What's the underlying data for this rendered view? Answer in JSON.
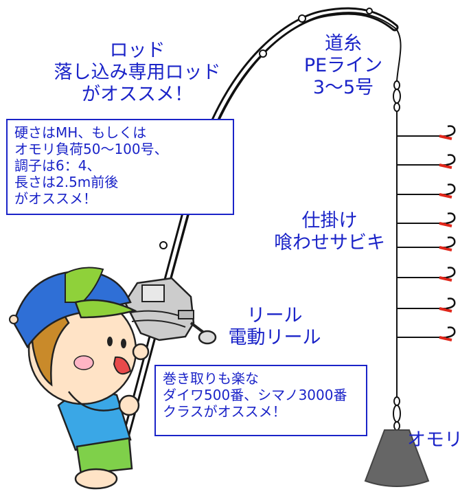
{
  "rod": {
    "title": "ロッド",
    "line2": "落し込み専用ロッド",
    "line3": "がオススメ！"
  },
  "rod_note": {
    "lines": [
      "硬さはMH、もしくは",
      "オモリ負荷50～100号、",
      "調子は6：4、",
      "長さは2.5m前後",
      "がオススメ！"
    ]
  },
  "line": {
    "title": "道糸",
    "line2": "PEライン",
    "line3": "3～5号"
  },
  "rig": {
    "title": "仕掛け",
    "line2": "喰わせサビキ"
  },
  "reel": {
    "title": "リール",
    "line2": "電動リール"
  },
  "reel_note": {
    "lines": [
      "巻き取りも楽な",
      "ダイワ500番、シマノ3000番",
      "クラスがオススメ！"
    ]
  },
  "sinker": {
    "title": "オモリ"
  },
  "colors": {
    "text": "#1a23c8",
    "hook": "#e0261a",
    "cap_blue": "#2f6fd6",
    "cap_green": "#8fd13a",
    "skin": "#ffe3c6",
    "hair": "#c98a2a",
    "shirt": "#3aa7e6",
    "pants": "#7fd04a",
    "sinker": "#666666"
  }
}
